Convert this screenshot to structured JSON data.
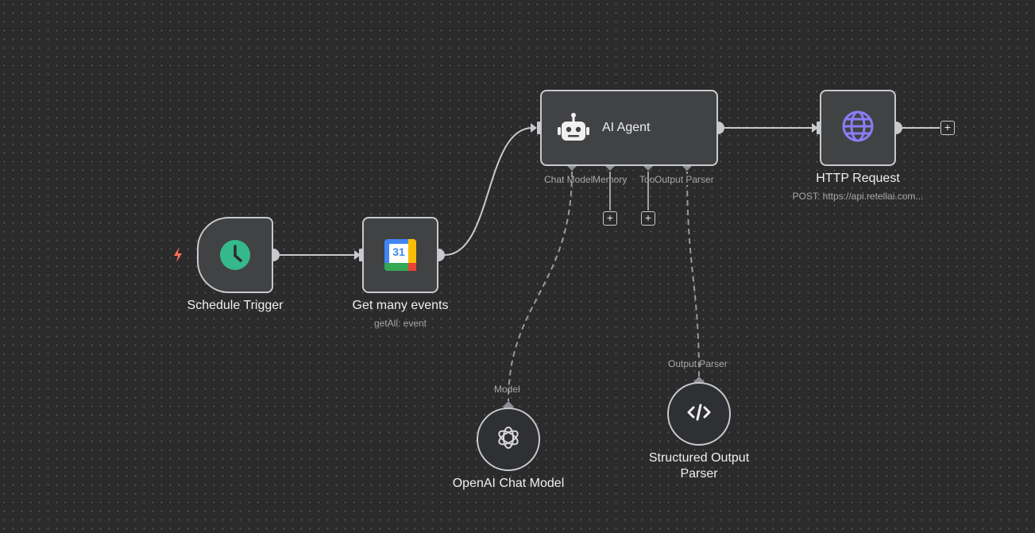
{
  "nodes": {
    "schedule_trigger": {
      "title": "Schedule Trigger"
    },
    "get_events": {
      "title": "Get many events",
      "subtitle": "getAll: event",
      "icon_text": "31"
    },
    "ai_agent": {
      "title": "AI Agent",
      "ports": [
        "Chat Model",
        "Memory",
        "Tool",
        "Output Parser"
      ]
    },
    "http_request": {
      "title": "HTTP Request",
      "subtitle": "POST: https://api.retellai.com..."
    },
    "openai_chat_model": {
      "title": "OpenAI Chat Model",
      "port": "Model"
    },
    "structured_output_parser": {
      "title_line1": "Structured Output",
      "title_line2": "Parser",
      "port": "Output Parser"
    }
  },
  "icons": {
    "trigger": "lightning-icon",
    "schedule": "clock-icon",
    "calendar": "google-calendar-icon",
    "agent": "robot-icon",
    "http": "globe-icon",
    "openai": "openai-icon",
    "parser": "code-icon",
    "add": "plus-icon"
  },
  "colors": {
    "canvas": "#2b2b2b",
    "node": "#414244",
    "border": "#c7c9cc",
    "trigger": "#ff6d5a",
    "clock": "#35b88b",
    "globe": "#8b7cf6"
  },
  "add_symbol": "+"
}
